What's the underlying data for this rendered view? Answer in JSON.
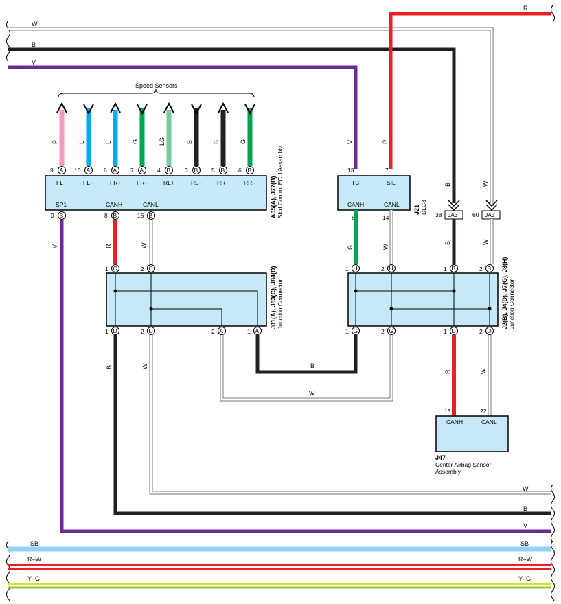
{
  "speed_sensors_label": "Speed Sensors",
  "top_wires": [
    {
      "color_code": "R",
      "hex": "#ee1d23"
    },
    {
      "color_code": "W",
      "hex": "#ffffff"
    },
    {
      "color_code": "B",
      "hex": "#231f20"
    },
    {
      "color_code": "V",
      "hex": "#6b2c91"
    }
  ],
  "sensor_wires": [
    {
      "color_code": "P",
      "hex": "#f29ac2",
      "pin": "9",
      "conn": "A",
      "name": "FL+"
    },
    {
      "color_code": "L",
      "hex": "#00aeef",
      "pin": "10",
      "conn": "A",
      "name": "FL–"
    },
    {
      "color_code": "L",
      "hex": "#00aeef",
      "pin": "8",
      "conn": "A",
      "name": "FR+"
    },
    {
      "color_code": "G",
      "hex": "#00a651",
      "pin": "7",
      "conn": "A",
      "name": "FR–"
    },
    {
      "color_code": "LG",
      "hex": "#7dc99e",
      "pin": "4",
      "conn": "B",
      "name": "RL+"
    },
    {
      "color_code": "B",
      "hex": "#231f20",
      "pin": "3",
      "conn": "B",
      "name": "RL–"
    },
    {
      "color_code": "B",
      "hex": "#231f20",
      "pin": "5",
      "conn": "B",
      "name": "RR+"
    },
    {
      "color_code": "G",
      "hex": "#00a651",
      "pin": "6",
      "conn": "B",
      "name": "RR–"
    }
  ],
  "skid_ecu": {
    "id": "A35(A), J77(B)",
    "name": "Skid Control ECU Assembly",
    "bottom_pins": [
      {
        "pin": "9",
        "conn": "B",
        "name": "SP1",
        "wire": "V"
      },
      {
        "pin": "8",
        "conn": "B",
        "name": "CANH",
        "wire": "R"
      },
      {
        "pin": "16",
        "conn": "B",
        "name": "CANL",
        "wire": "W"
      }
    ]
  },
  "dlc3": {
    "id": "J21",
    "name": "DLC3",
    "top_pins": [
      {
        "pin": "13",
        "name": "TC",
        "wire": "V"
      },
      {
        "pin": "7",
        "name": "SIL",
        "wire": "R"
      }
    ],
    "bottom_pins": [
      {
        "pin": "6",
        "name": "CANH",
        "wire": "G"
      },
      {
        "pin": "14",
        "name": "CANL",
        "wire": "W"
      }
    ]
  },
  "ja3_connectors": [
    {
      "pin": "38",
      "label": "JA3",
      "wire": "B"
    },
    {
      "pin": "60",
      "label": "JA3",
      "wire": "W"
    }
  ],
  "junction_left": {
    "id": "J81(A), J83(C), J84(D)",
    "name": "Junction Connector",
    "top_pins": [
      {
        "pin": "1",
        "conn": "C"
      },
      {
        "pin": "2",
        "conn": "C"
      }
    ],
    "bottom_pins": [
      {
        "pin": "1",
        "conn": "D"
      },
      {
        "pin": "2",
        "conn": "D"
      },
      {
        "pin": "2",
        "conn": "A"
      },
      {
        "pin": "1",
        "conn": "A"
      }
    ],
    "bottom_wires": [
      "B",
      "W"
    ]
  },
  "junction_right": {
    "id": "J2(B), J4(D), J7(G), J8(H)",
    "name": "Junction Connector",
    "top_pins": [
      {
        "pin": "1",
        "conn": "H"
      },
      {
        "pin": "2",
        "conn": "H"
      },
      {
        "pin": "1",
        "conn": "B"
      },
      {
        "pin": "2",
        "conn": "B"
      }
    ],
    "bottom_pins": [
      {
        "pin": "1",
        "conn": "G"
      },
      {
        "pin": "2",
        "conn": "G"
      },
      {
        "pin": "1",
        "conn": "D"
      },
      {
        "pin": "2",
        "conn": "D"
      }
    ],
    "bottom_wires": [
      "R",
      "W"
    ]
  },
  "bridge_wires": [
    "B",
    "W"
  ],
  "airbag": {
    "id": "J47",
    "name_line1": "Center Airbag Sensor",
    "name_line2": "Assembly",
    "pins": [
      {
        "pin": "13",
        "name": "CANH"
      },
      {
        "pin": "22",
        "name": "CANL"
      }
    ]
  },
  "bottom_wires": [
    {
      "color_code": "W",
      "hex": "#ffffff"
    },
    {
      "color_code": "B",
      "hex": "#231f20"
    },
    {
      "color_code": "V",
      "hex": "#6b2c91"
    },
    {
      "color_code": "SB",
      "hex": "#8fd3f4"
    },
    {
      "color_code": "R–W",
      "hex": "#ee1d23"
    },
    {
      "color_code": "Y–G",
      "hex": "#d8e21a"
    }
  ]
}
